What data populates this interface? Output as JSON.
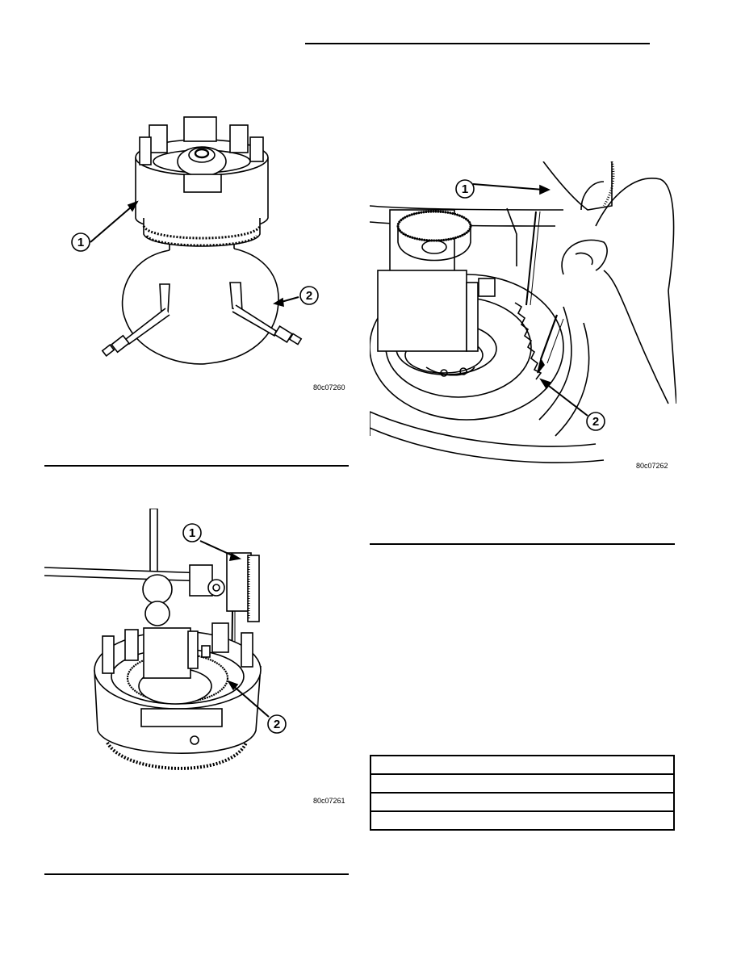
{
  "figures": [
    {
      "id": "80c07260",
      "callouts": [
        "1",
        "2"
      ]
    },
    {
      "id": "80c07261",
      "callouts": [
        "1",
        "2"
      ]
    },
    {
      "id": "80c07262",
      "callouts": [
        "1",
        "2"
      ]
    }
  ],
  "spec_table": {
    "rows": [
      [
        "",
        ""
      ],
      [
        "",
        ""
      ],
      [
        "",
        ""
      ],
      [
        "",
        ""
      ]
    ]
  }
}
